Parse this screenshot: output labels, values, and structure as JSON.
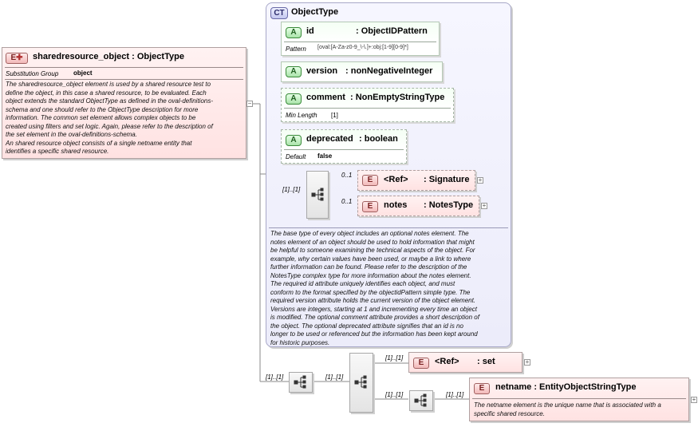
{
  "root": {
    "badge": "E",
    "name": "sharedresource_object",
    "type": "ObjectType",
    "subst_label": "Substitution Group",
    "subst_value": "object",
    "doc": [
      "The sharedresource_object element is used by a shared resource test to",
      "define the object, in this case a shared resource, to be evaluated. Each",
      "object extends the standard ObjectType as defined in the oval-definitions-",
      "schema and one should refer to the ObjectType description for more",
      "information. The common set element allows complex objects to be",
      "created using filters and set logic. Again, please refer to the description of",
      "the set element in the oval-definitions-schema.",
      "An shared resource object consists of a single netname entity that",
      "identifies a specific shared resource."
    ]
  },
  "complex_type": {
    "badge": "CT",
    "name": "ObjectType",
    "attributes": [
      {
        "badge": "A",
        "name": "id",
        "type": ": ObjectIDPattern",
        "facet_label": "Pattern",
        "facet_value": "[oval:[A-Za-z0-9_\\-\\.]+:obj:[1-9][0-9]*]"
      },
      {
        "badge": "A",
        "name": "version",
        "type": ": nonNegativeInteger"
      },
      {
        "badge": "A",
        "name": "comment",
        "type": ": NonEmptyStringType",
        "facet_label": "Min Length",
        "facet_value": "[1]"
      },
      {
        "badge": "A",
        "name": "deprecated",
        "type": ": boolean",
        "facet_label": "Default",
        "facet_value": "false"
      }
    ],
    "seq_card": "[1]..[1]",
    "children": [
      {
        "badge": "E",
        "name": "<Ref>",
        "type": ": Signature",
        "card": "0..1"
      },
      {
        "badge": "E",
        "name": "notes",
        "type": ": NotesType",
        "card": "0..1"
      }
    ],
    "doc": [
      "The base type of every object includes an optional notes element. The",
      "notes element of an object should be used to hold information that might",
      "be helpful to someone examining the technical aspects of the object. For",
      "example, why certain values have been used, or maybe a link to where",
      "further information can be found. Please refer to the description of the",
      "NotesType complex type for more information about the notes element.",
      "The required id attribute uniquely identifies each object, and must",
      "conform to the format specified by the objectidPattern simple type. The",
      "required version attribute holds the current version of the object element.",
      "Versions are integers, starting at 1 and incrementing every time an object",
      "is modified. The optional comment attribute provides a short description of",
      "the object. The optional deprecated attribute signifies that an id is no",
      "longer to be used or referenced but the information has been kept around",
      "for historic purposes."
    ]
  },
  "bottom": {
    "seq1_card": "[1]..[1]",
    "choice_card": "[1]..[1]",
    "set_card": "[1]..[1]",
    "seq2_card": "[1]..[1]",
    "netname_card": "[1]..[1]",
    "set_ref": {
      "badge": "E",
      "name": "<Ref>",
      "type": ": set"
    },
    "netname": {
      "badge": "E",
      "name": "netname",
      "type": ": EntityObjectStringType",
      "doc": [
        "The netname element is the unique name that is associated with a",
        "specific shared resource."
      ]
    }
  },
  "colors": {
    "element_fill": "#ffe8e8",
    "attribute_fill": "#f4fff4",
    "complex_type_fill": "#e8e8ff"
  }
}
